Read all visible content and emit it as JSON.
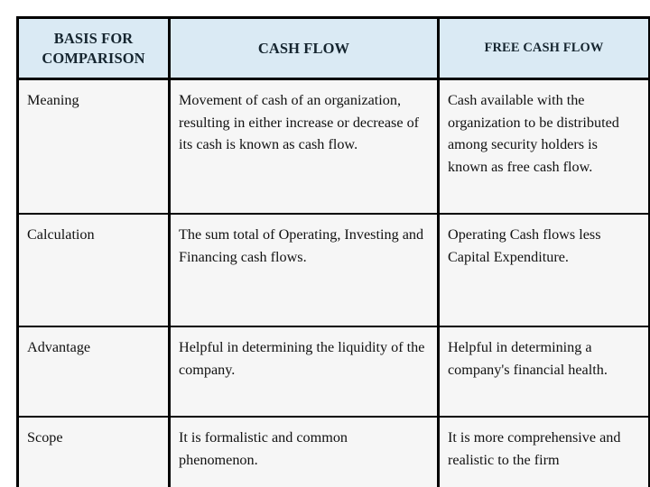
{
  "table": {
    "accent_header_bg": "#daeaf4",
    "header_text_color": "#15252f",
    "body_bg": "#f6f6f6",
    "border_color": "#000000",
    "headers": {
      "basis": "BASIS FOR\nCOMPARISON",
      "cash_flow": "CASH FLOW",
      "free_cash_flow": "FREE CASH FLOW"
    },
    "rows": [
      {
        "basis": "Meaning",
        "cash_flow": "Movement of cash of an organization, resulting in either increase or decrease of its cash is known as cash flow.",
        "free_cash_flow": "Cash available with the organization to be distributed among security holders is known as free cash flow."
      },
      {
        "basis": "Calculation",
        "cash_flow": "The sum total of Operating, Investing and Financing cash flows.",
        "free_cash_flow": "Operating Cash flows less Capital Expenditure."
      },
      {
        "basis": "Advantage",
        "cash_flow": "Helpful in determining the liquidity of the company.",
        "free_cash_flow": "Helpful in determining a company's financial health."
      },
      {
        "basis": "Scope",
        "cash_flow": "It is formalistic and common phenomenon.",
        "free_cash_flow": "It is more comprehensive and realistic to the firm"
      }
    ]
  }
}
